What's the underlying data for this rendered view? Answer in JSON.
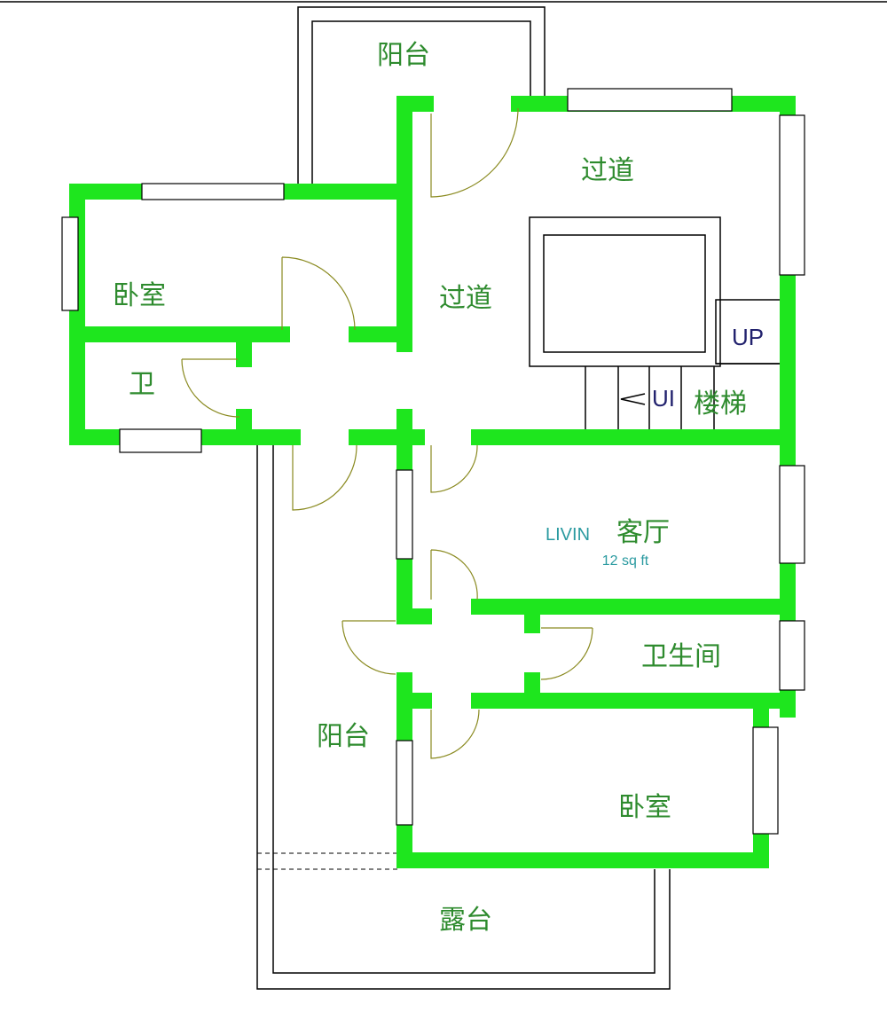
{
  "rooms": {
    "balcony_top": "阳台",
    "corridor_top": "过道",
    "corridor_mid": "过道",
    "bedroom_left": "卧室",
    "toilet_left": "卫",
    "stairs_up": "UP",
    "stairs_up_partial": "UI",
    "stairs": "楼梯",
    "living_en": "LIVIN",
    "living": "客厅",
    "living_area": "12 sq ft",
    "bathroom": "卫生间",
    "balcony_lower": "阳台",
    "bedroom_lower": "卧室",
    "terrace": "露台"
  },
  "colors": {
    "wall": "#1ee61e",
    "label": "#2e8b2e",
    "stair_text": "#22226e"
  }
}
